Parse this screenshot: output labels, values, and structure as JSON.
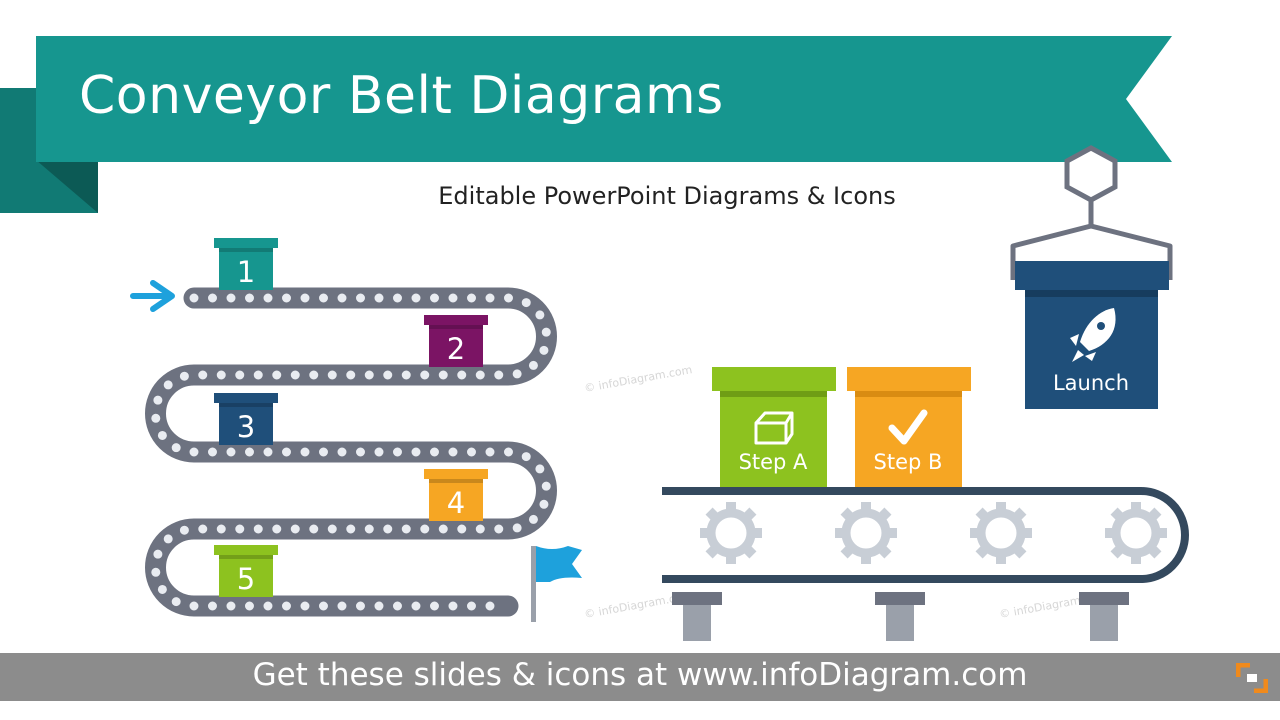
{
  "slide": {
    "title": "Conveyor Belt Diagrams",
    "subtitle": "Editable PowerPoint Diagrams & Icons",
    "footer": "Get these slides & icons at www.infoDiagram.com",
    "watermark": "© infoDiagram.com"
  },
  "left_diagram": {
    "boxes": [
      {
        "label": "1",
        "color": "#16968f"
      },
      {
        "label": "2",
        "color": "#7b1464"
      },
      {
        "label": "3",
        "color": "#1f4f7a"
      },
      {
        "label": "4",
        "color": "#f6a623"
      },
      {
        "label": "5",
        "color": "#8dc21f"
      }
    ],
    "belt_color": "#6d7280",
    "start_arrow_color": "#1ea1dc",
    "flag_color": "#1ea1dc",
    "icons": [
      "arrow-right-icon",
      "flag-icon"
    ]
  },
  "right_diagram": {
    "steps": [
      {
        "label": "Step A",
        "color": "#8dc21f",
        "icon": "package-icon"
      },
      {
        "label": "Step B",
        "color": "#f6a623",
        "icon": "checkmark-icon"
      },
      {
        "label": "Launch",
        "color": "#1f4f7a",
        "icon": "rocket-icon"
      }
    ],
    "gear_count": 4,
    "belt_color": "#34495e",
    "gear_color": "#c8ced6"
  },
  "colors": {
    "teal": "#16968f",
    "footer_bg": "#8c8c8c"
  }
}
